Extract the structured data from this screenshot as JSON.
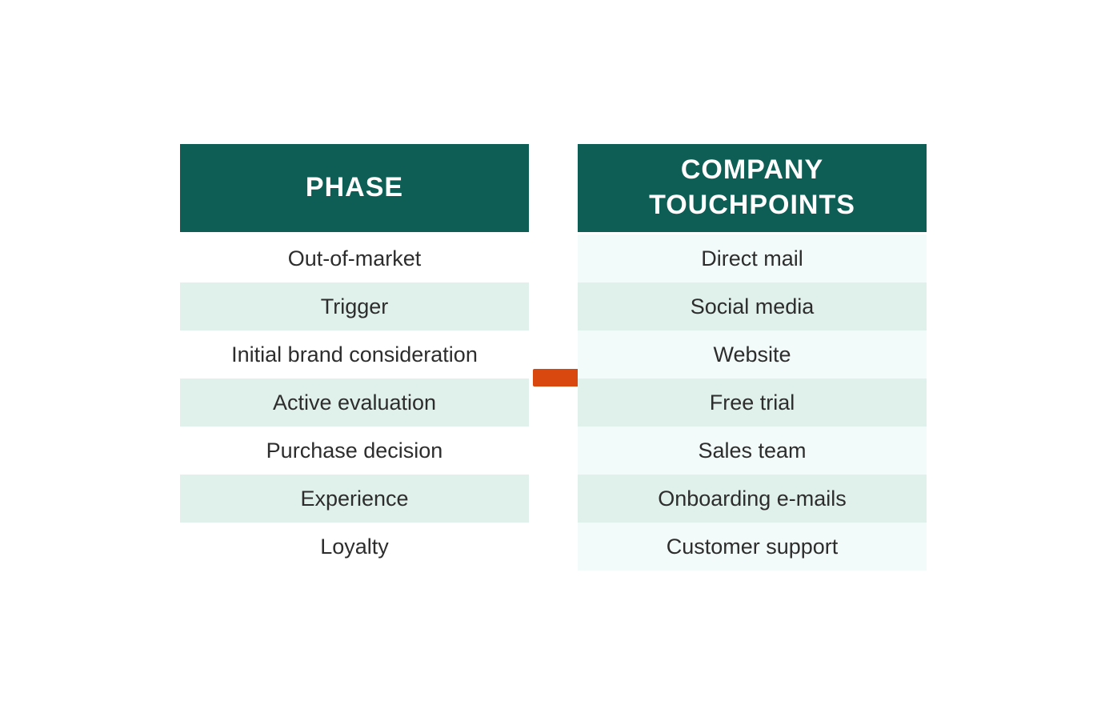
{
  "diagram": {
    "left_table": {
      "header": "PHASE",
      "rows": [
        "Out-of-market",
        "Trigger",
        "Initial brand consideration",
        "Active evaluation",
        "Purchase decision",
        "Experience",
        "Loyalty"
      ]
    },
    "right_table": {
      "header": "COMPANY TOUCHPOINTS",
      "rows": [
        "Direct mail",
        "Social media",
        "Website",
        "Free trial",
        "Sales team",
        "Onboarding e-mails",
        "Customer support"
      ]
    },
    "arrow": {
      "direction": "right",
      "color": "#d9480f"
    },
    "colors": {
      "header_bg": "#0e5e56",
      "header_text": "#ffffff",
      "row_tint": "#e0f0eb",
      "row_alt_left": "#ffffff",
      "row_alt_right": "#f3fafa",
      "row_text": "#2d2d2d",
      "background": "#ffffff"
    }
  }
}
